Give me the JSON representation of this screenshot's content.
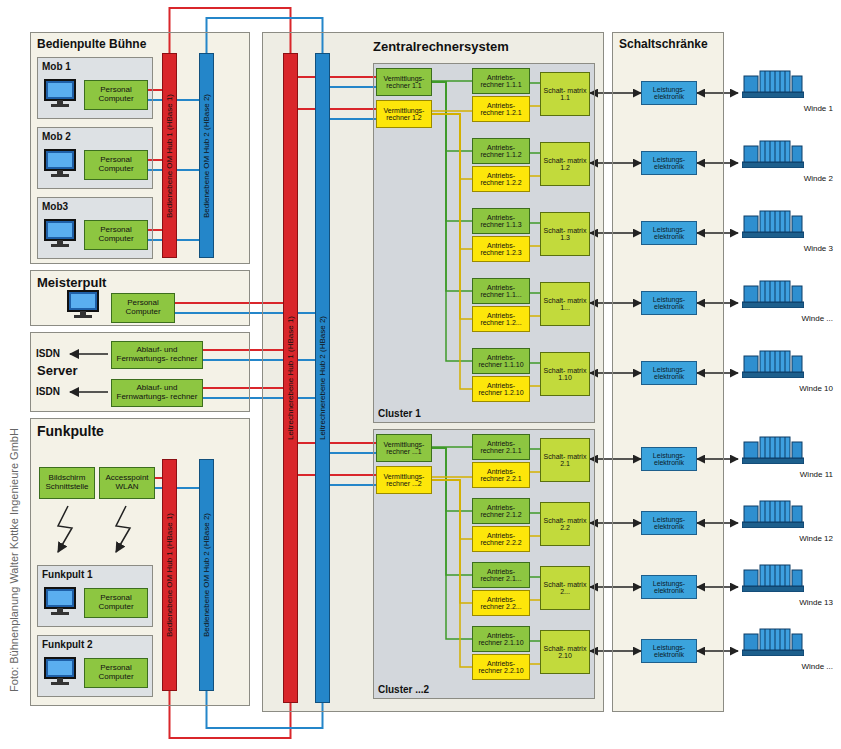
{
  "diagram": {
    "nodes": [
      {
        "text": [
          "Bedienpulte Bühne"
        ]
      },
      {
        "text": [
          "Mob 1"
        ],
        "in": 0
      },
      {
        "text": [
          "Personal Computer"
        ],
        "in": 1
      },
      {
        "text": [
          "Mob 2"
        ],
        "in": 0
      },
      {
        "text": [
          "Personal Computer"
        ],
        "in": 3
      },
      {
        "text": [
          "Mob3"
        ],
        "in": 0
      },
      {
        "text": [
          "Personal Computer"
        ],
        "in": 5
      },
      {
        "text": [
          "Bedienebene OM Hub 1 (HBase 1)"
        ],
        "in": 0
      },
      {
        "text": [
          "Bedienebene OM Hub 2 (HBase 2)"
        ],
        "in": 0
      },
      {
        "text": [
          "Meisterpult"
        ]
      },
      {
        "text": [
          "Personal Computer"
        ],
        "in": 9
      },
      {
        "text": [
          "Server"
        ]
      },
      {
        "text": [
          "Ablauf- und Fernwartungs- rechner"
        ],
        "in": 11
      },
      {
        "text": [
          "Ablauf- und Fernwartungs- rechner"
        ],
        "in": 11
      },
      {
        "text": [
          "Funkpulte"
        ]
      },
      {
        "text": [
          "Bildschirm Schnittstelle"
        ],
        "in": 14
      },
      {
        "text": [
          "Accesspoint WLAN"
        ],
        "in": 14
      },
      {
        "text": [
          "Funkpult 1"
        ],
        "in": 14
      },
      {
        "text": [
          "Personal Computer"
        ],
        "in": 17
      },
      {
        "text": [
          "Funkpult 2"
        ],
        "in": 14
      },
      {
        "text": [
          "Personal Computer"
        ],
        "in": 19
      },
      {
        "text": [
          "Bedienebene OM Hub 1 (HBase 1)"
        ],
        "in": 14
      },
      {
        "text": [
          "Bedienebene OM Hub 2 (HBase 2)"
        ],
        "in": 14
      },
      {
        "text": [
          "Zentralrechnersystem"
        ]
      },
      {
        "text": [
          "Leitrechnerebene Hub 1 (HBase 1)"
        ],
        "in": 23
      },
      {
        "text": [
          "Leitrechnerebene Hub 2 (HBase 2)"
        ],
        "in": 23
      },
      {
        "text": [
          "Cluster 1"
        ],
        "in": 23
      },
      {
        "text": [
          "Vermittlungs- rechner 1.1"
        ],
        "in": 26
      },
      {
        "text": [
          "Vermittlungs- rechner 1.2"
        ],
        "in": 26
      },
      {
        "text": [
          "Antriebs- rechner 1.1.1"
        ],
        "in": 26
      },
      {
        "text": [
          "Antriebs- rechner 1.2.1"
        ],
        "in": 26
      },
      {
        "text": [
          "Schalt- matrix 1.1"
        ],
        "in": 26
      },
      {
        "text": [
          "Antriebs- rechner 1.1.2"
        ],
        "in": 26
      },
      {
        "text": [
          "Antriebs- rechner 1.2.2"
        ],
        "in": 26
      },
      {
        "text": [
          "Schalt- matrix 1.2"
        ],
        "in": 26
      },
      {
        "text": [
          "Antriebs- rechner 1.1.3"
        ],
        "in": 26
      },
      {
        "text": [
          "Antriebs- rechner 1.2.3"
        ],
        "in": 26
      },
      {
        "text": [
          "Schalt- matrix 1.3"
        ],
        "in": 26
      },
      {
        "text": [
          "Antriebs- rechner 1.1..."
        ],
        "in": 26
      },
      {
        "text": [
          "Antriebs- rechner 1.2..."
        ],
        "in": 26
      },
      {
        "text": [
          "Schalt- matrix 1..."
        ],
        "in": 26
      },
      {
        "text": [
          "Antriebs- rechner 1.1.10"
        ],
        "in": 26
      },
      {
        "text": [
          "Antriebs- rechner 1.2.10"
        ],
        "in": 26
      },
      {
        "text": [
          "Schalt- matrix 1.10"
        ],
        "in": 26
      },
      {
        "text": [
          "Cluster ...2"
        ],
        "in": 23
      },
      {
        "text": [
          "Vermittlungs- rechner ...1"
        ],
        "in": 44
      },
      {
        "text": [
          "Vermittlungs- rechner ...2"
        ],
        "in": 44
      },
      {
        "text": [
          "Antriebs- rechner 2.1.1"
        ],
        "in": 44
      },
      {
        "text": [
          "Antriebs- rechner 2.2.1"
        ],
        "in": 44
      },
      {
        "text": [
          "Schalt- matrix 2.1"
        ],
        "in": 44
      },
      {
        "text": [
          "Antriebs- rechner 2.1.2"
        ],
        "in": 44
      },
      {
        "text": [
          "Antriebs- rechner 2.2.2"
        ],
        "in": 44
      },
      {
        "text": [
          "Schalt- matrix 2.2"
        ],
        "in": 44
      },
      {
        "text": [
          "Antriebs- rechner 2.1..."
        ],
        "in": 44
      },
      {
        "text": [
          "Antriebs- rechner 2.2..."
        ],
        "in": 44
      },
      {
        "text": [
          "Schalt- matrix 2..."
        ],
        "in": 44
      },
      {
        "text": [
          "Antriebs- rechner 2.1.10"
        ],
        "in": 44
      },
      {
        "text": [
          "Antriebs- rechner 2.2.10"
        ],
        "in": 44
      },
      {
        "text": [
          "Schalt- matrix 2.10"
        ],
        "in": 44
      },
      {
        "text": [
          "Schaltschränke"
        ]
      },
      {
        "text": [
          "Leistungs- elektronik"
        ],
        "in": 59
      },
      {
        "text": [
          "Leistungs- elektronik"
        ],
        "in": 59
      },
      {
        "text": [
          "Leistungs- elektronik"
        ],
        "in": 59
      },
      {
        "text": [
          "Leistungs- elektronik"
        ],
        "in": 59
      },
      {
        "text": [
          "Leistungs- elektronik"
        ],
        "in": 59
      },
      {
        "text": [
          "Leistungs- elektronik"
        ],
        "in": 59
      },
      {
        "text": [
          "Leistungs- elektronik"
        ],
        "in": 59
      },
      {
        "text": [
          "Leistungs- elektronik"
        ],
        "in": 59
      },
      {
        "text": [
          "Leistungs- elektronik"
        ],
        "in": 59
      },
      {
        "text": [
          "Winde 1"
        ]
      },
      {
        "text": [
          "Winde 2"
        ]
      },
      {
        "text": [
          "Winde 3"
        ]
      },
      {
        "text": [
          "Winde ..."
        ]
      },
      {
        "text": [
          "Winde 10"
        ]
      },
      {
        "text": [
          "Winde 11"
        ]
      },
      {
        "text": [
          "Winde 12"
        ]
      },
      {
        "text": [
          "Winde 13"
        ]
      },
      {
        "text": [
          "Winde ..."
        ]
      }
    ],
    "edges": [
      {
        "from": 2,
        "to": 7,
        "arrow": "none"
      },
      {
        "from": 2,
        "to": 8,
        "arrow": "none"
      },
      {
        "from": 4,
        "to": 7,
        "arrow": "none"
      },
      {
        "from": 4,
        "to": 8,
        "arrow": "none"
      },
      {
        "from": 6,
        "to": 7,
        "arrow": "none"
      },
      {
        "from": 6,
        "to": 8,
        "arrow": "none"
      },
      {
        "from": 10,
        "to": 24,
        "arrow": "none"
      },
      {
        "from": 10,
        "to": 25,
        "arrow": "none"
      },
      {
        "from": 12,
        "to": 24,
        "arrow": "none"
      },
      {
        "from": 12,
        "to": 25,
        "arrow": "none"
      },
      {
        "from": 13,
        "to": 24,
        "arrow": "none"
      },
      {
        "from": 13,
        "to": 25,
        "arrow": "none"
      },
      {
        "from": 16,
        "to": 21,
        "arrow": "none"
      },
      {
        "from": 16,
        "to": 22,
        "arrow": "none"
      },
      {
        "from": 7,
        "to": 24,
        "arrow": "none"
      },
      {
        "from": 8,
        "to": 25,
        "arrow": "none"
      },
      {
        "from": 21,
        "to": 24,
        "arrow": "none"
      },
      {
        "from": 22,
        "to": 25,
        "arrow": "none"
      },
      {
        "from": 24,
        "to": 27,
        "arrow": "none"
      },
      {
        "from": 25,
        "to": 27,
        "arrow": "none"
      },
      {
        "from": 24,
        "to": 28,
        "arrow": "none"
      },
      {
        "from": 25,
        "to": 28,
        "arrow": "none"
      },
      {
        "from": 24,
        "to": 45,
        "arrow": "none"
      },
      {
        "from": 25,
        "to": 45,
        "arrow": "none"
      },
      {
        "from": 24,
        "to": 46,
        "arrow": "none"
      },
      {
        "from": 25,
        "to": 46,
        "arrow": "none"
      },
      {
        "from": 27,
        "to": 29,
        "arrow": "none"
      },
      {
        "from": 27,
        "to": 32,
        "arrow": "none"
      },
      {
        "from": 27,
        "to": 35,
        "arrow": "none"
      },
      {
        "from": 27,
        "to": 38,
        "arrow": "none"
      },
      {
        "from": 27,
        "to": 41,
        "arrow": "none"
      },
      {
        "from": 28,
        "to": 30,
        "arrow": "none"
      },
      {
        "from": 28,
        "to": 33,
        "arrow": "none"
      },
      {
        "from": 28,
        "to": 36,
        "arrow": "none"
      },
      {
        "from": 28,
        "to": 39,
        "arrow": "none"
      },
      {
        "from": 28,
        "to": 42,
        "arrow": "none"
      },
      {
        "from": 45,
        "to": 47,
        "arrow": "none"
      },
      {
        "from": 45,
        "to": 50,
        "arrow": "none"
      },
      {
        "from": 45,
        "to": 53,
        "arrow": "none"
      },
      {
        "from": 45,
        "to": 56,
        "arrow": "none"
      },
      {
        "from": 46,
        "to": 48,
        "arrow": "none"
      },
      {
        "from": 46,
        "to": 51,
        "arrow": "none"
      },
      {
        "from": 46,
        "to": 54,
        "arrow": "none"
      },
      {
        "from": 46,
        "to": 57,
        "arrow": "none"
      },
      {
        "from": 29,
        "to": 31,
        "arrow": "none"
      },
      {
        "from": 30,
        "to": 31,
        "arrow": "none"
      },
      {
        "from": 32,
        "to": 34,
        "arrow": "none"
      },
      {
        "from": 33,
        "to": 34,
        "arrow": "none"
      },
      {
        "from": 35,
        "to": 37,
        "arrow": "none"
      },
      {
        "from": 36,
        "to": 37,
        "arrow": "none"
      },
      {
        "from": 38,
        "to": 40,
        "arrow": "none"
      },
      {
        "from": 39,
        "to": 40,
        "arrow": "none"
      },
      {
        "from": 41,
        "to": 43,
        "arrow": "none"
      },
      {
        "from": 42,
        "to": 43,
        "arrow": "none"
      },
      {
        "from": 47,
        "to": 49,
        "arrow": "none"
      },
      {
        "from": 48,
        "to": 49,
        "arrow": "none"
      },
      {
        "from": 50,
        "to": 52,
        "arrow": "none"
      },
      {
        "from": 51,
        "to": 52,
        "arrow": "none"
      },
      {
        "from": 53,
        "to": 55,
        "arrow": "none"
      },
      {
        "from": 54,
        "to": 55,
        "arrow": "none"
      },
      {
        "from": 56,
        "to": 58,
        "arrow": "none"
      },
      {
        "from": 57,
        "to": 58,
        "arrow": "none"
      },
      {
        "from": 31,
        "to": 60,
        "arrow": "both"
      },
      {
        "from": 34,
        "to": 61,
        "arrow": "both"
      },
      {
        "from": 37,
        "to": 62,
        "arrow": "both"
      },
      {
        "from": 40,
        "to": 63,
        "arrow": "both"
      },
      {
        "from": 43,
        "to": 64,
        "arrow": "both"
      },
      {
        "from": 49,
        "to": 65,
        "arrow": "both"
      },
      {
        "from": 52,
        "to": 66,
        "arrow": "both"
      },
      {
        "from": 55,
        "to": 67,
        "arrow": "both"
      },
      {
        "from": 58,
        "to": 68,
        "arrow": "both"
      },
      {
        "from": 60,
        "to": 69,
        "arrow": "both"
      },
      {
        "from": 61,
        "to": 70,
        "arrow": "both"
      },
      {
        "from": 62,
        "to": 71,
        "arrow": "both"
      },
      {
        "from": 63,
        "to": 72,
        "arrow": "both"
      },
      {
        "from": 64,
        "to": 73,
        "arrow": "both"
      },
      {
        "from": 65,
        "to": 74,
        "arrow": "both"
      },
      {
        "from": 66,
        "to": 75,
        "arrow": "both"
      },
      {
        "from": 67,
        "to": 76,
        "arrow": "both"
      },
      {
        "from": 68,
        "to": 77,
        "arrow": "both"
      }
    ],
    "labels": [
      "ISDN",
      "ISDN",
      "Foto: Bühnenplanung Walter Kottke Ingenieure GmbH"
    ]
  }
}
